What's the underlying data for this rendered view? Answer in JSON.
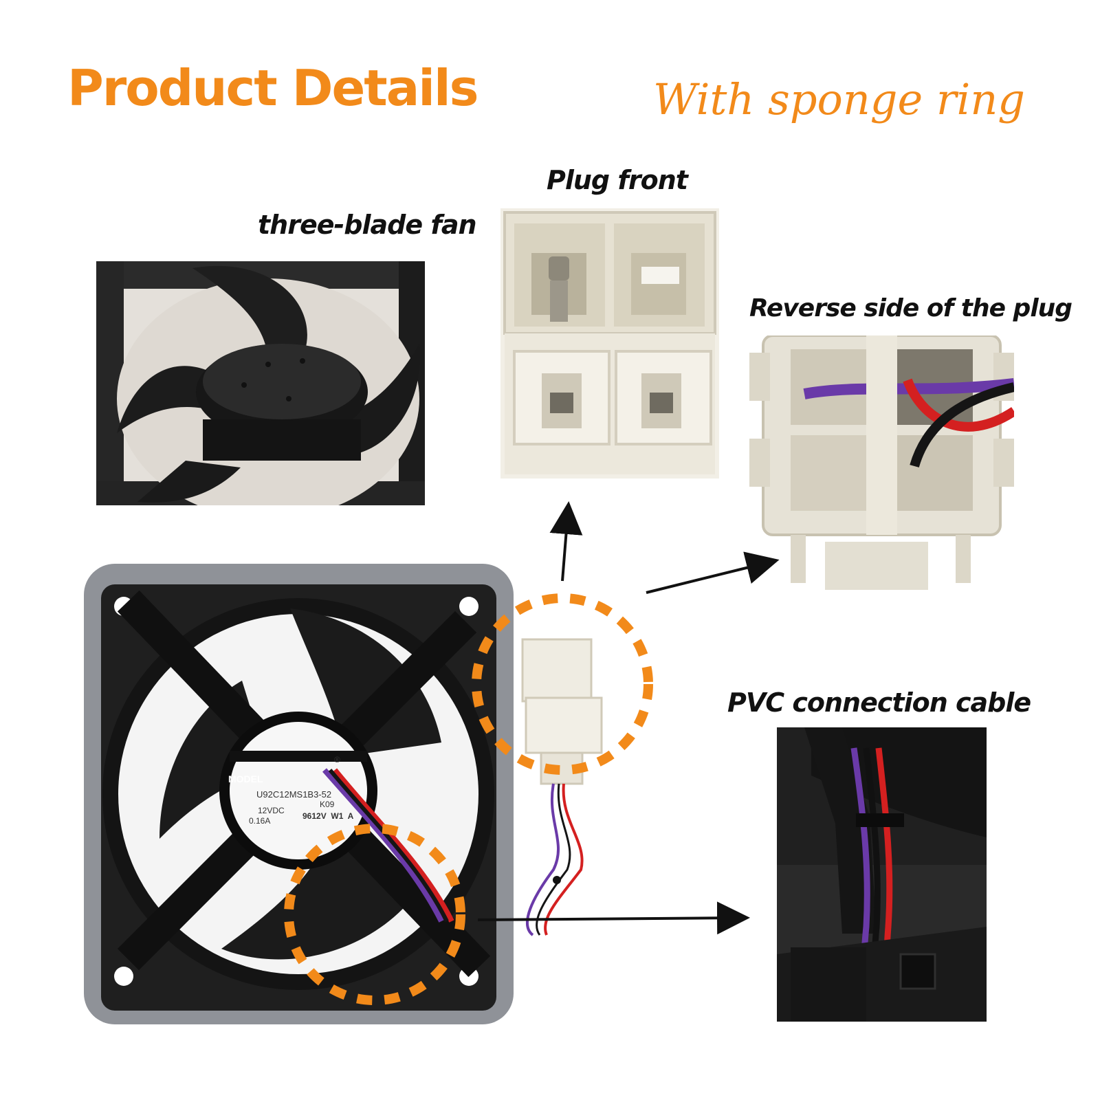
{
  "header": {
    "title": "Product Details",
    "subtitle": "With sponge ring"
  },
  "callouts": {
    "plug_front": "Plug front",
    "three_blade_fan": "three-blade fan",
    "reverse_side": "Reverse side of the plug",
    "pvc_cable": "PVC connection cable"
  },
  "fan_label": {
    "model_tag": "MODEL",
    "model_number": "U92C12MS1B3-52",
    "code": "K09",
    "voltage": "12VDC",
    "current": "0.16A",
    "batch": "9612V  W1  A",
    "registered": "®"
  },
  "colors": {
    "accent": "#f28a1a",
    "text": "#111111",
    "sponge": "#8f9298",
    "fan_body": "#1f1f1f",
    "plug": "#ece8dc",
    "wire_red": "#d42020",
    "wire_purple": "#6a3aa8",
    "wire_black": "#151515"
  }
}
